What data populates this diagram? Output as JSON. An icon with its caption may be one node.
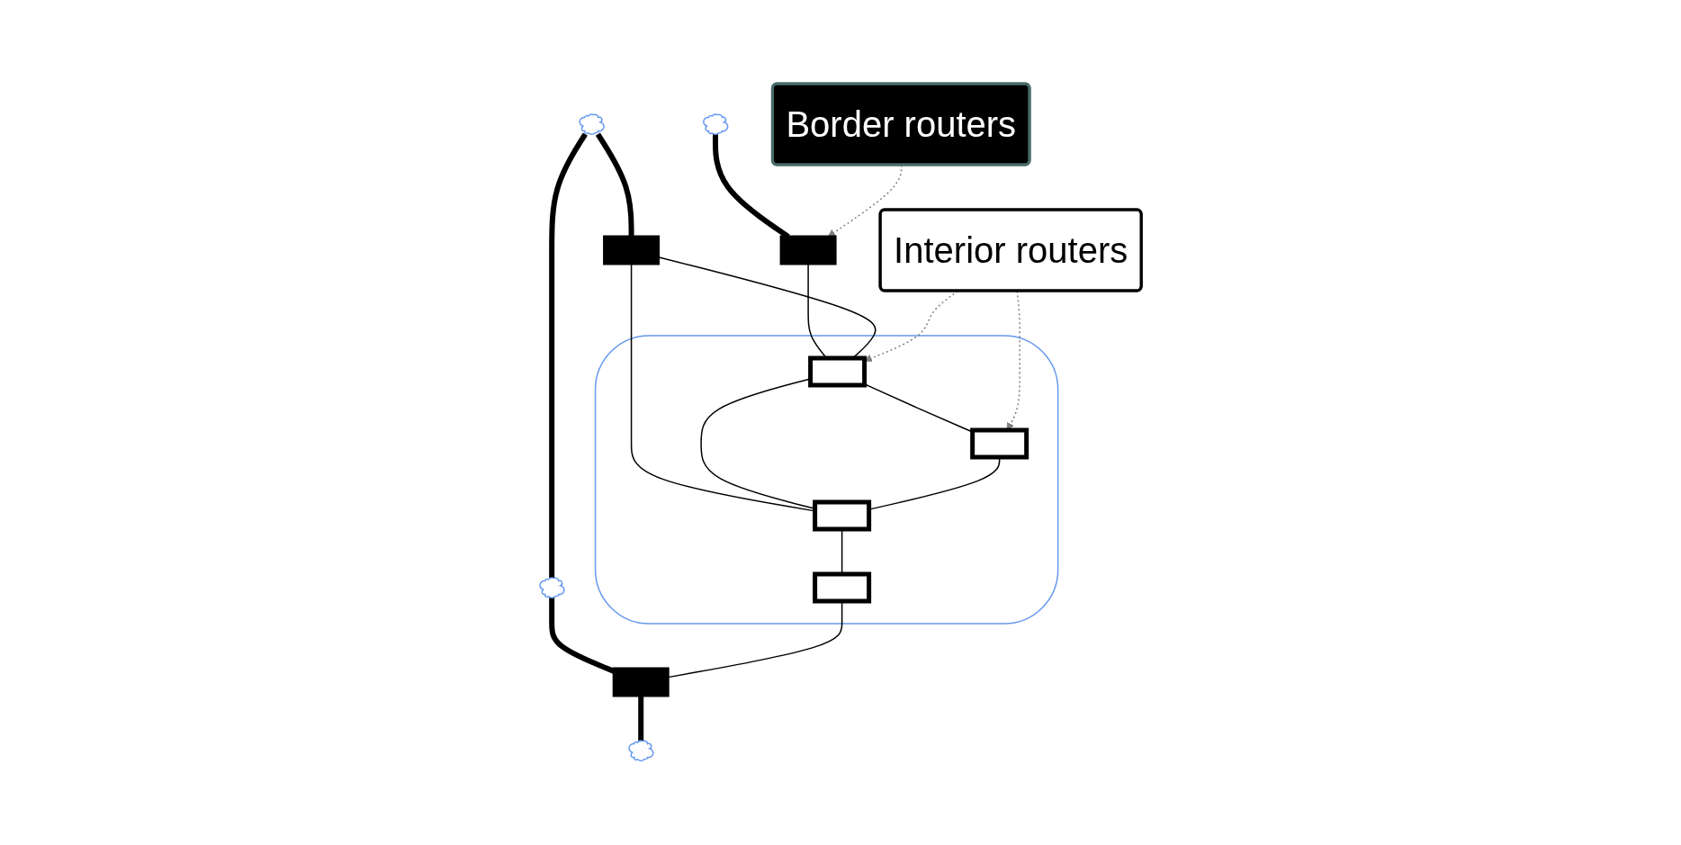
{
  "diagram": {
    "nodes": [
      {
        "text": [],
        "shape": "cloud"
      },
      {
        "text": [],
        "shape": "cloud"
      },
      {
        "text": [],
        "shape": "cloud"
      },
      {
        "text": [],
        "shape": "cloud"
      },
      {
        "text": [],
        "shape": "box"
      },
      {
        "text": [],
        "shape": "box"
      },
      {
        "text": [],
        "shape": "box"
      },
      {
        "text": [],
        "shape": "box",
        "in": 3
      },
      {
        "text": [],
        "shape": "box",
        "in": 3
      },
      {
        "text": [],
        "shape": "box",
        "in": 3
      },
      {
        "text": [],
        "shape": "box",
        "in": 3
      },
      {
        "text": [],
        "shape": "cloud"
      },
      {
        "text": [
          "Border routers"
        ]
      },
      {
        "text": [
          "Interior routers"
        ]
      }
    ],
    "edges": [
      {
        "from": 1,
        "to": 2,
        "arrow": "none",
        "style": "thick"
      },
      {
        "from": 0,
        "to": 5,
        "arrow": "none",
        "style": "thick"
      },
      {
        "from": 1,
        "to": 4,
        "arrow": "none",
        "style": "thick"
      },
      {
        "from": 2,
        "to": 6,
        "arrow": "none",
        "style": "thick"
      },
      {
        "from": 6,
        "to": 11,
        "arrow": "none",
        "style": "thick"
      },
      {
        "from": 5,
        "to": 7,
        "arrow": "none"
      },
      {
        "from": 4,
        "to": 7,
        "arrow": "none"
      },
      {
        "from": 4,
        "to": 8,
        "arrow": "none"
      },
      {
        "from": 7,
        "to": 8,
        "arrow": "none"
      },
      {
        "from": 7,
        "to": 10,
        "arrow": "none"
      },
      {
        "from": 10,
        "to": 8,
        "arrow": "none"
      },
      {
        "from": 8,
        "to": 9,
        "arrow": "none"
      },
      {
        "from": 9,
        "to": 6,
        "arrow": "none"
      },
      {
        "from": 12,
        "to": 5,
        "arrow": "to",
        "style": "dashed",
        "color": "#808080"
      },
      {
        "from": 13,
        "to": 7,
        "arrow": "to",
        "style": "dashed",
        "color": "#808080"
      },
      {
        "from": 13,
        "to": 10,
        "arrow": "to",
        "style": "dashed",
        "color": "#808080"
      }
    ]
  }
}
